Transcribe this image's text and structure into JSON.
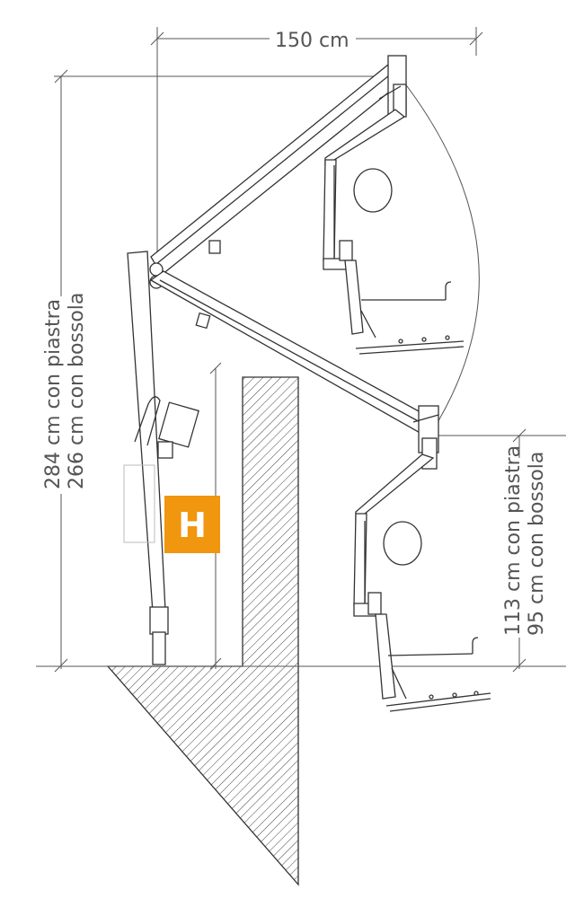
{
  "dimensions": {
    "width_label": "150 cm",
    "height_with_plate": "284 cm con piastra",
    "height_with_socket": "266 cm con bossola",
    "base_with_plate": "113 cm con piastra",
    "base_with_socket": "95 cm con bossola"
  },
  "badge": {
    "letter": "H",
    "color": "#f0960f"
  },
  "colors": {
    "ink": "#333333",
    "dimension": "#555555"
  }
}
